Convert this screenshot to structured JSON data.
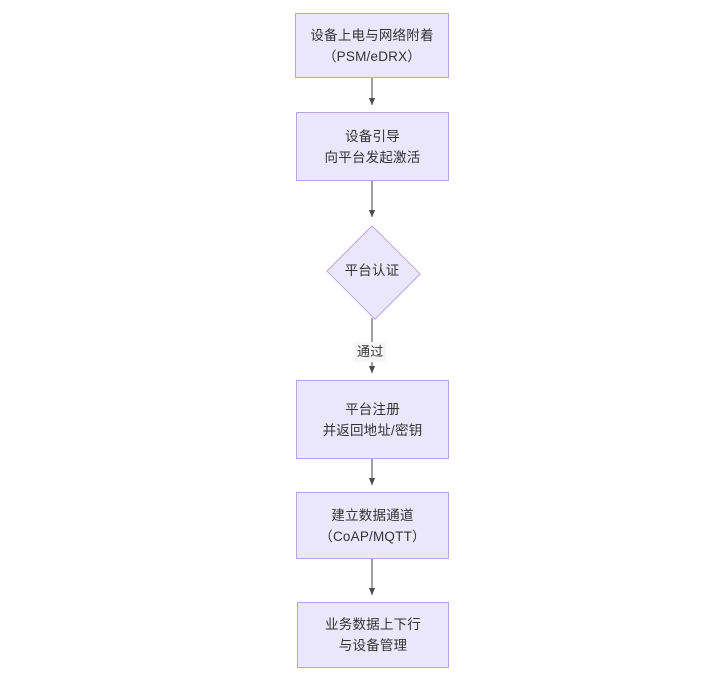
{
  "diagram": {
    "type": "flowchart",
    "orientation": "top-to-bottom",
    "title": "",
    "colors": {
      "node_fill": "#eae7fa",
      "node_border": "#b9a5e3",
      "text": "#333333",
      "edge": "#555555",
      "background": "#ffffff",
      "edge_label_background": "#f7f7f7"
    },
    "nodes": [
      {
        "id": "n1",
        "shape": "rectangle",
        "lines": [
          "设备上电与网络附着",
          "（PSM/eDRX）"
        ]
      },
      {
        "id": "n2",
        "shape": "rectangle",
        "lines": [
          "设备引导",
          "向平台发起激活"
        ]
      },
      {
        "id": "n3",
        "shape": "diamond",
        "lines": [
          "平台认证"
        ]
      },
      {
        "id": "n4",
        "shape": "rectangle",
        "lines": [
          "平台注册",
          "并返回地址/密钥"
        ]
      },
      {
        "id": "n5",
        "shape": "rectangle",
        "lines": [
          "建立数据通道",
          "（CoAP/MQTT）"
        ]
      },
      {
        "id": "n6",
        "shape": "rectangle",
        "lines": [
          "业务数据上下行",
          "与设备管理"
        ]
      }
    ],
    "edges": [
      {
        "id": "e1",
        "from": "n1",
        "to": "n2",
        "label": ""
      },
      {
        "id": "e2",
        "from": "n2",
        "to": "n3",
        "label": ""
      },
      {
        "id": "e3",
        "from": "n3",
        "to": "n4",
        "label": "通过"
      },
      {
        "id": "e4",
        "from": "n4",
        "to": "n5",
        "label": ""
      },
      {
        "id": "e5",
        "from": "n5",
        "to": "n6",
        "label": ""
      }
    ]
  }
}
